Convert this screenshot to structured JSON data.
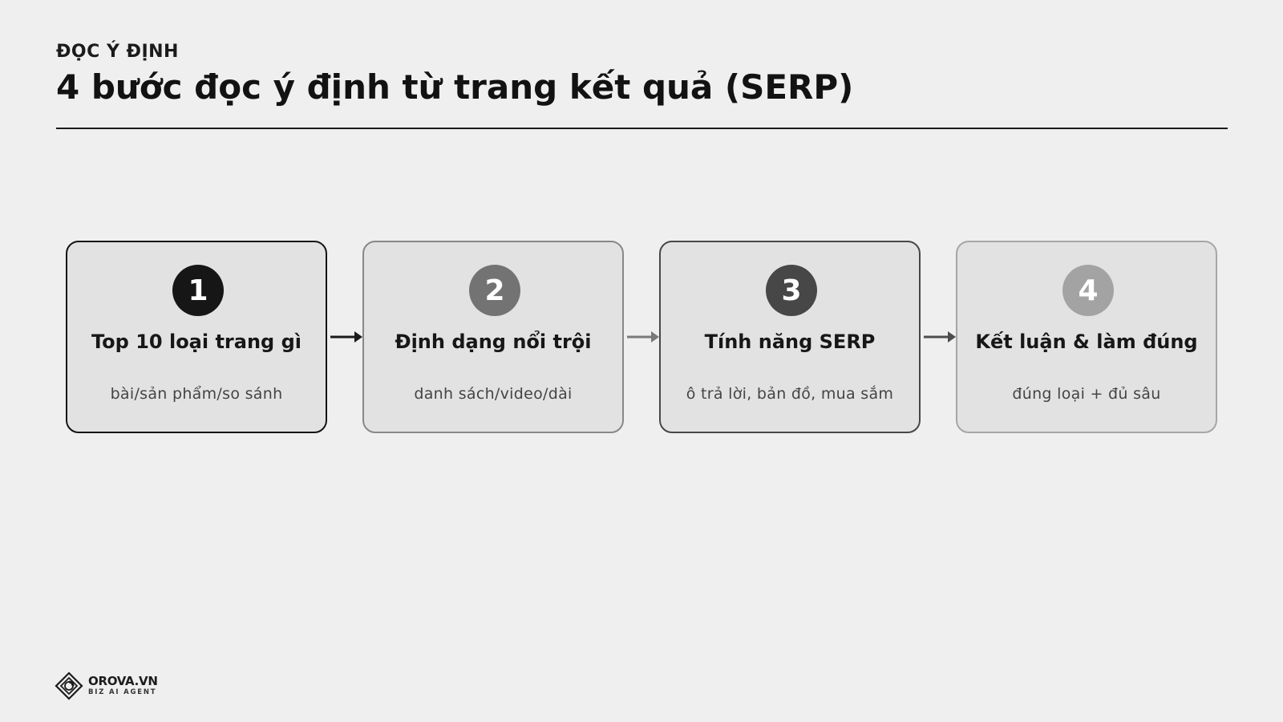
{
  "header": {
    "eyebrow": "ĐỌC Ý ĐỊNH",
    "title": "4 bước đọc ý định từ trang kết quả (SERP)"
  },
  "steps": [
    {
      "number": "1",
      "title": "Top 10 loại trang gì",
      "subtitle": "bài/sản phẩm/so sánh",
      "color": "#161616"
    },
    {
      "number": "2",
      "title": "Định dạng nổi trội",
      "subtitle": "danh sách/video/dài",
      "color": "#737373"
    },
    {
      "number": "3",
      "title": "Tính năng SERP",
      "subtitle": "ô trả lời, bản đồ, mua sắm",
      "color": "#474747"
    },
    {
      "number": "4",
      "title": "Kết luận & làm đúng",
      "subtitle": "đúng loại + đủ sâu",
      "color": "#a3a3a3"
    }
  ],
  "footer": {
    "logo_icon": "orova-logo-icon",
    "brand_name": "OROVA.VN",
    "brand_tagline": "BIZ AI AGENT"
  }
}
